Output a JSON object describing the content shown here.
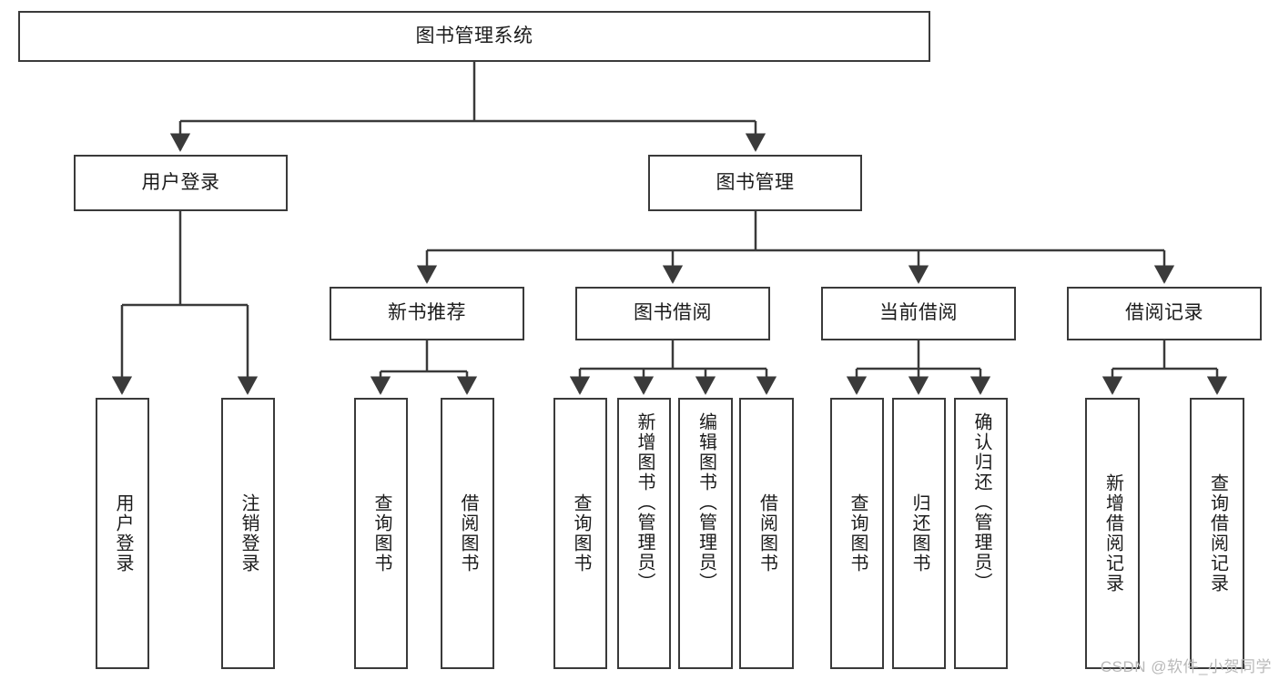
{
  "diagram": {
    "title": "图书管理系统",
    "type": "tree-hierarchy",
    "watermark": "CSDN @软件_小贺同学",
    "colors": {
      "box_border": "#3a3a3a",
      "box_fill": "#ffffff",
      "connector": "#3a3a3a",
      "text": "#1b1b1b",
      "watermark": "#b9b9b9"
    },
    "nodes": {
      "root": "图书管理系统",
      "level2": {
        "user_login": "用户登录",
        "book_manage": "图书管理"
      },
      "level3": {
        "new_book_recommend": "新书推荐",
        "book_borrow": "图书借阅",
        "current_borrow": "当前借阅",
        "borrow_record": "借阅记录"
      },
      "leaves": {
        "user_login_1": "用户登录",
        "user_login_2": "注销登录",
        "recommend_1": "查询图书",
        "recommend_2": "借阅图书",
        "borrow_1": "查询图书",
        "borrow_2": "新增图书（管理员）",
        "borrow_3": "编辑图书（管理员）",
        "borrow_4": "借阅图书",
        "current_1": "查询图书",
        "current_2": "归还图书",
        "current_3": "确认归还（管理员）",
        "record_1": "新增借阅记录",
        "record_2": "查询借阅记录"
      }
    }
  }
}
